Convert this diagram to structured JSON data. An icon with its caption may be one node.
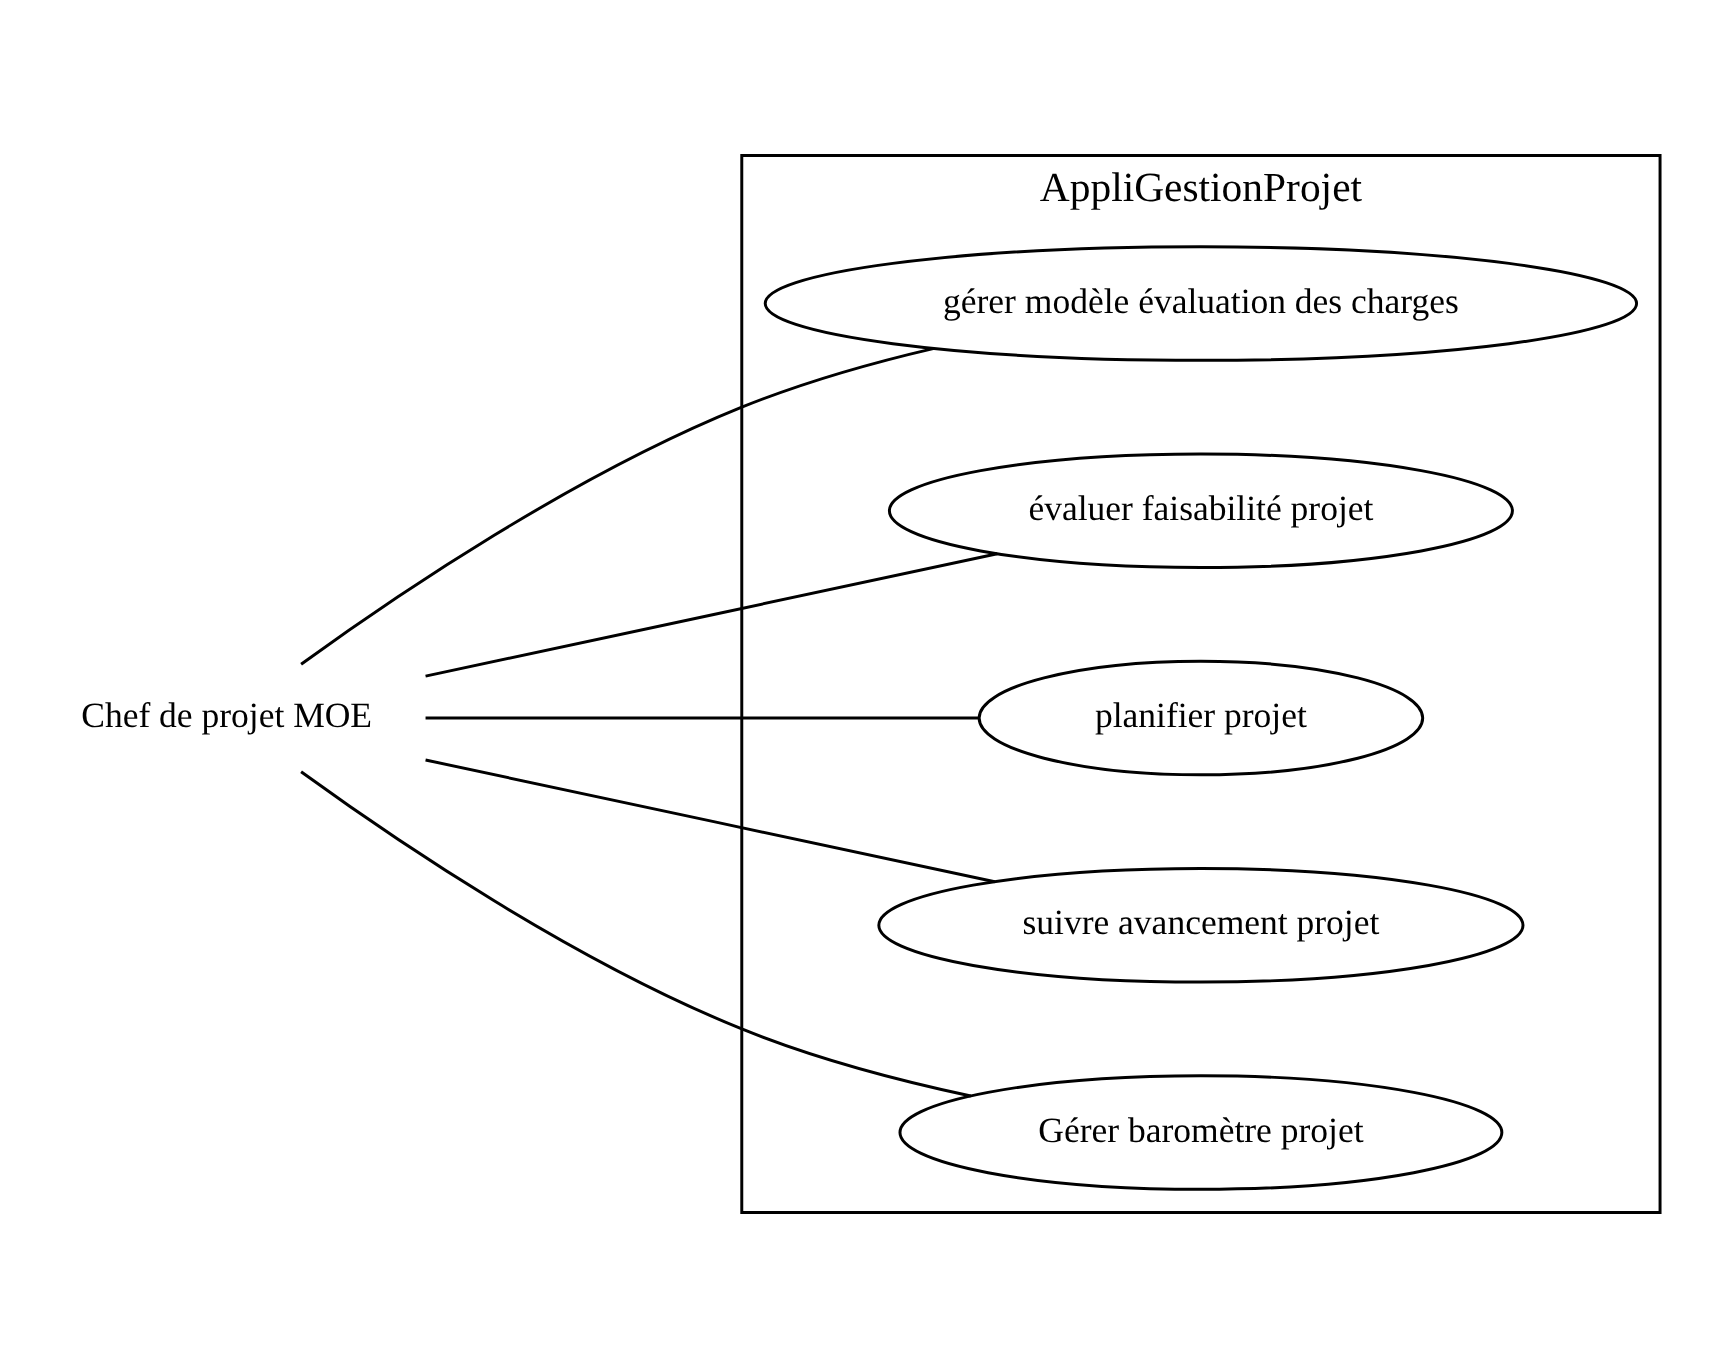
{
  "diagram": {
    "nodes": [
      {
        "text": [
          "Chef de projet MOE"
        ]
      },
      {
        "text": [
          "AppliGestionProjet"
        ]
      },
      {
        "text": [
          "gérer modèle évaluation des charges"
        ],
        "in": 1
      },
      {
        "text": [
          "évaluer faisabilité projet"
        ],
        "in": 1
      },
      {
        "text": [
          "planifier projet"
        ],
        "in": 1
      },
      {
        "text": [
          "suivre avancement projet"
        ],
        "in": 1
      },
      {
        "text": [
          "Gérer baromètre projet"
        ],
        "in": 1
      }
    ],
    "edges": [
      {
        "from": 0,
        "to": 2,
        "arrow": "none"
      },
      {
        "from": 0,
        "to": 3,
        "arrow": "none"
      },
      {
        "from": 0,
        "to": 4,
        "arrow": "none"
      },
      {
        "from": 0,
        "to": 5,
        "arrow": "none"
      },
      {
        "from": 0,
        "to": 6,
        "arrow": "none"
      }
    ]
  }
}
